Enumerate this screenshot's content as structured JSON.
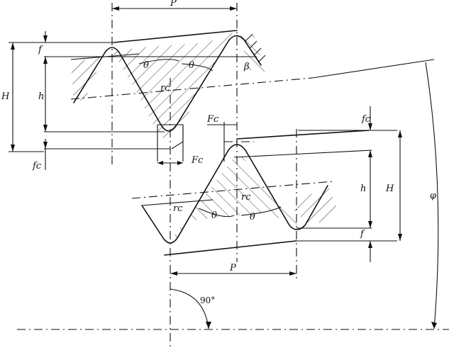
{
  "labels": {
    "pitch": "P",
    "H": "H",
    "h": "h",
    "f": "f",
    "fc": "fc",
    "Fc": "Fc",
    "rc": "rc",
    "theta": "θ",
    "beta": "β",
    "phi": "φ",
    "right_angle": "90°"
  }
}
